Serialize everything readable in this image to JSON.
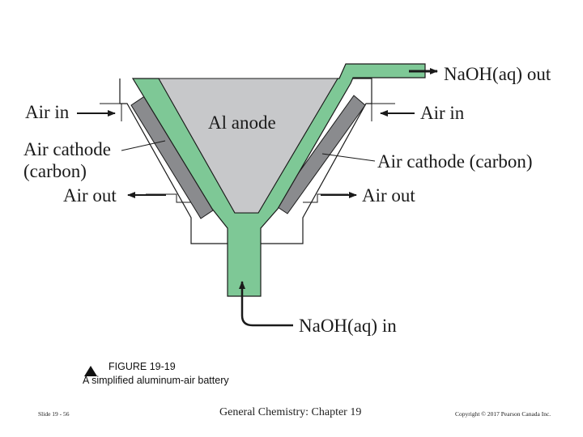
{
  "diagram": {
    "labels": {
      "naoh_out": "NaOH(aq) out",
      "naoh_in": "NaOH(aq) in",
      "air_in_left": "Air in",
      "air_in_right": "Air in",
      "air_cathode_left_1": "Air cathode",
      "air_cathode_left_2": "(carbon)",
      "air_cathode_right": "Air cathode (carbon)",
      "air_out_left": "Air out",
      "air_out_right": "Air out",
      "anode": "Al anode"
    },
    "colors": {
      "electrolyte": "#7ec896",
      "anode": "#c7c8ca",
      "cathode": "#8a8b8e",
      "outline": "#1a1a1a"
    }
  },
  "caption": {
    "figure_number": "FIGURE 19-19",
    "title": "A simplified aluminum-air battery",
    "marker_icon": "triangle-up-icon"
  },
  "footer": {
    "slide": "Slide 19 - 56",
    "course": "General Chemistry: Chapter 19",
    "copyright": "Copyright © 2017 Pearson Canada Inc."
  }
}
